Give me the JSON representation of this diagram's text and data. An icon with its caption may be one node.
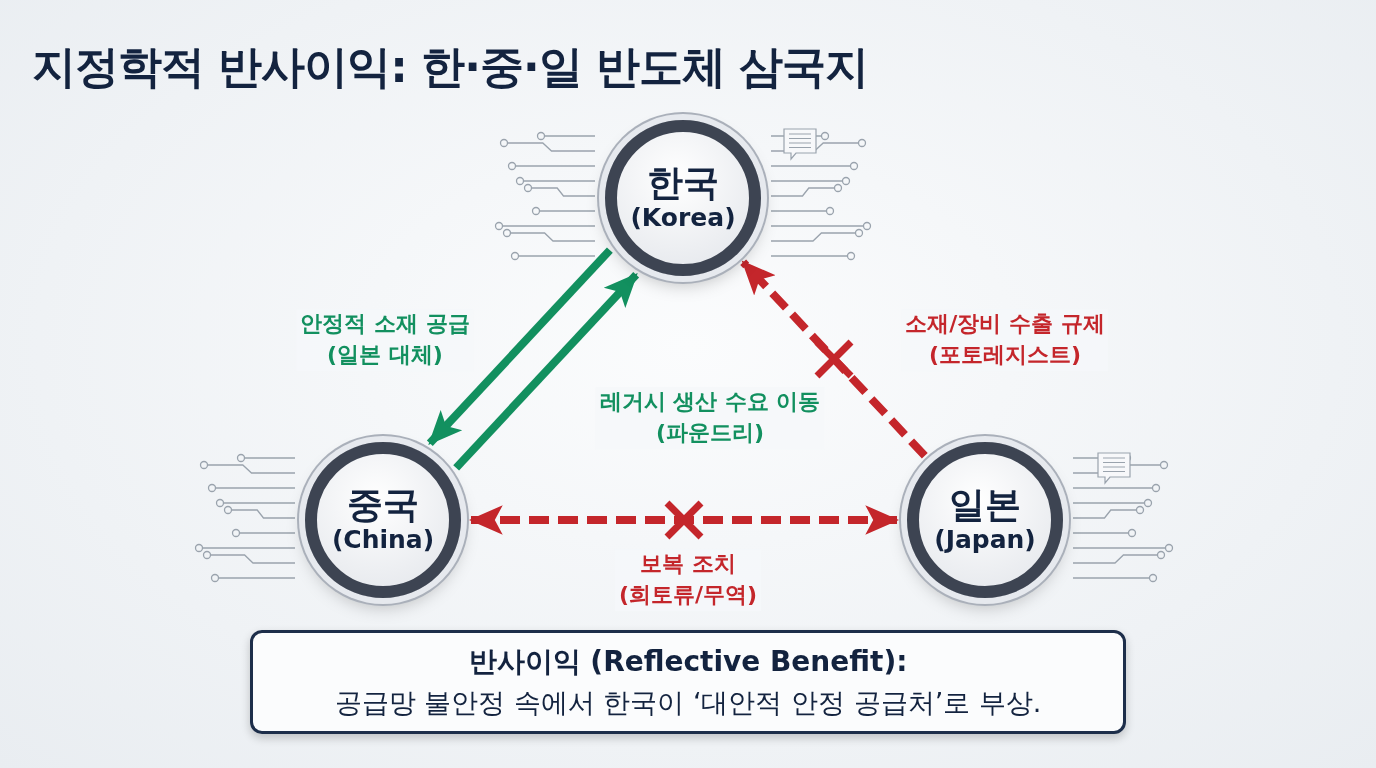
{
  "diagram": {
    "title": "지정학적 반사이익: 한·중·일 반도체 삼국지",
    "nodes": [
      {
        "text": [
          "한국",
          "(Korea)"
        ]
      },
      {
        "text": [
          "중국",
          "(China)"
        ]
      },
      {
        "text": [
          "일본",
          "(Japan)"
        ]
      },
      {
        "text": [
          "반사이익 (Reflective Benefit):",
          "공급망 불안정 속에서 한국이 ‘대안적 안정 공급처’로 부상."
        ]
      }
    ],
    "edges": [
      {
        "from": 0,
        "to": 1,
        "arrow": "to",
        "label": "안정적 소재 공급 (일본 대체)",
        "color": "#12905f"
      },
      {
        "from": 1,
        "to": 0,
        "arrow": "to",
        "label": "레거시 생산 수요 이동 (파운드리)",
        "color": "#12905f"
      },
      {
        "from": 2,
        "to": 0,
        "arrow": "to",
        "label": "소재/장비 수출 규제 (포토레지스트)",
        "style": "dashed",
        "color": "#c4262b"
      },
      {
        "from": 1,
        "to": 2,
        "arrow": "both",
        "label": "보복 조치 (희토류/무역)",
        "style": "dashed",
        "color": "#c4262b"
      }
    ]
  }
}
